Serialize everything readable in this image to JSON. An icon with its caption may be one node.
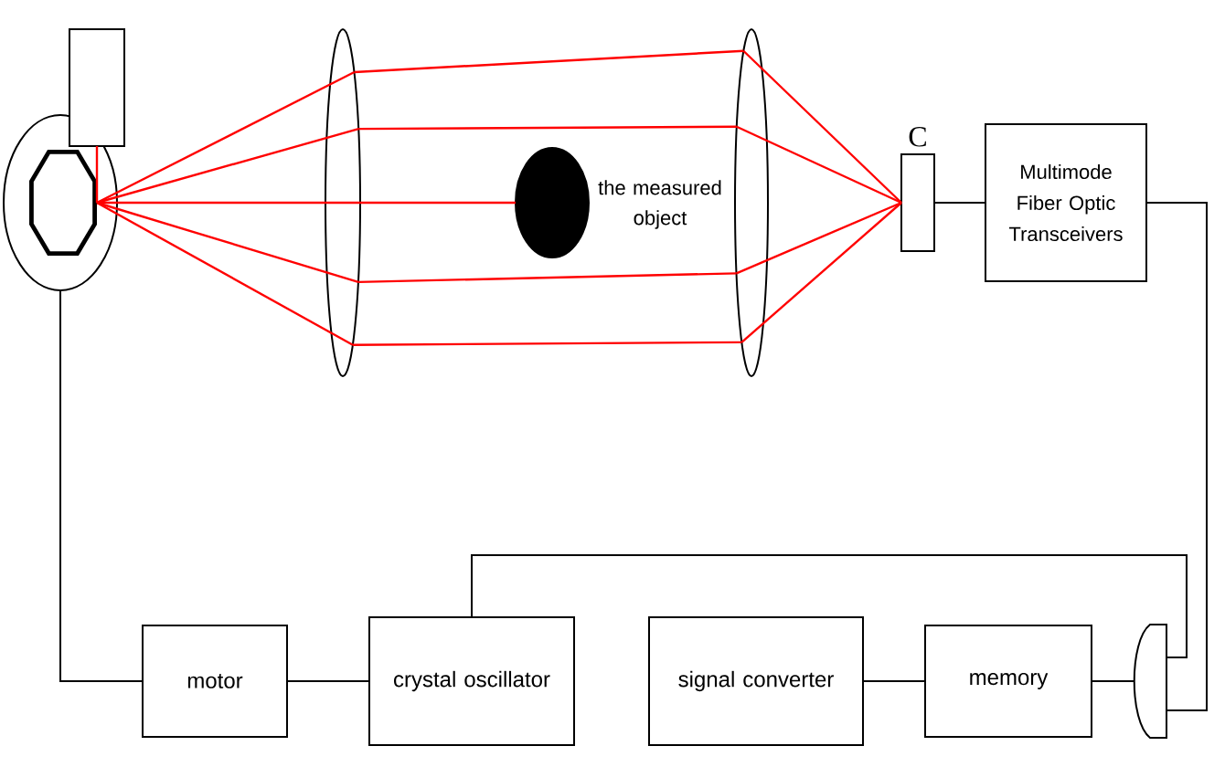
{
  "diagram": {
    "nodes": [
      {
        "text": [],
        "shape": "box"
      },
      {
        "text": [],
        "shape": "ellipse"
      },
      {
        "text": [],
        "shape": "octagon",
        "in": 1
      },
      {
        "text": [],
        "shape": "ellipse"
      },
      {
        "text": [],
        "shape": "ellipse",
        "beside": [
          "the measured object"
        ]
      },
      {
        "text": [],
        "shape": "ellipse"
      },
      {
        "text": [
          "C"
        ]
      },
      {
        "text": [
          "Multimode Fiber Optic Transceivers"
        ]
      },
      {
        "text": [
          "motor"
        ]
      },
      {
        "text": [
          "crystal oscillator"
        ]
      },
      {
        "text": [
          "signal converter"
        ]
      },
      {
        "text": [
          "memory"
        ]
      },
      {
        "text": [],
        "shape": "semicircle"
      }
    ],
    "edges": [
      {
        "from": 0,
        "to": 2,
        "arrow": "none",
        "color": "#ff0000"
      },
      {
        "from": 2,
        "to": 3,
        "arrow": "none",
        "color": "#ff0000"
      },
      {
        "from": 2,
        "to": 3,
        "arrow": "none",
        "color": "#ff0000"
      },
      {
        "from": 2,
        "to": 3,
        "arrow": "none",
        "color": "#ff0000"
      },
      {
        "from": 2,
        "to": 3,
        "arrow": "none",
        "color": "#ff0000"
      },
      {
        "from": 2,
        "to": 3,
        "arrow": "none",
        "color": "#ff0000"
      },
      {
        "from": 3,
        "to": 4,
        "arrow": "none",
        "color": "#ff0000"
      },
      {
        "from": 3,
        "to": 5,
        "arrow": "none",
        "color": "#ff0000"
      },
      {
        "from": 3,
        "to": 5,
        "arrow": "none",
        "color": "#ff0000"
      },
      {
        "from": 3,
        "to": 5,
        "arrow": "none",
        "color": "#ff0000"
      },
      {
        "from": 3,
        "to": 5,
        "arrow": "none",
        "color": "#ff0000"
      },
      {
        "from": 5,
        "to": 6,
        "arrow": "none",
        "color": "#ff0000"
      },
      {
        "from": 5,
        "to": 6,
        "arrow": "none",
        "color": "#ff0000"
      },
      {
        "from": 5,
        "to": 6,
        "arrow": "none",
        "color": "#ff0000"
      },
      {
        "from": 5,
        "to": 6,
        "arrow": "none",
        "color": "#ff0000"
      },
      {
        "from": 1,
        "to": 8,
        "arrow": "none",
        "color": "#000000"
      },
      {
        "from": 8,
        "to": 9,
        "arrow": "none",
        "color": "#000000"
      },
      {
        "from": 9,
        "to": 12,
        "arrow": "none",
        "color": "#000000"
      },
      {
        "from": 10,
        "to": 11,
        "arrow": "none",
        "color": "#000000"
      },
      {
        "from": 11,
        "to": 12,
        "arrow": "none",
        "color": "#000000"
      },
      {
        "from": 7,
        "to": 12,
        "arrow": "none",
        "color": "#000000"
      },
      {
        "from": 6,
        "to": 7,
        "arrow": "none",
        "color": "#000000"
      }
    ]
  }
}
